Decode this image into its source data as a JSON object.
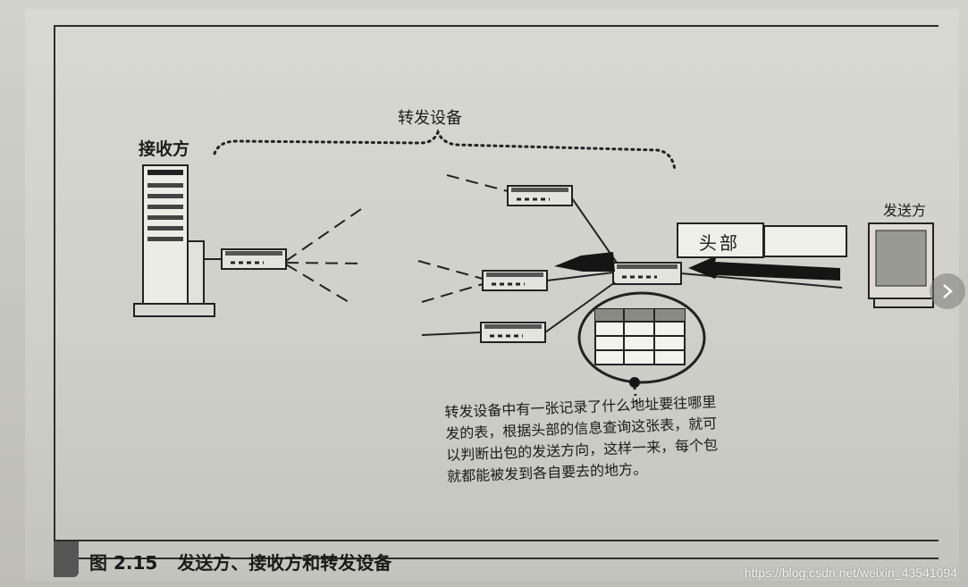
{
  "diagram": {
    "forwarding_device_label": "转发设备",
    "receiver_label": "接收方",
    "sender_label": "发送方",
    "header_label": "头部",
    "caption_lines": [
      "转发设备中有一张记录了什么地址要往哪里",
      "发的表，根据头部的信息查询这张表，就可",
      "以判断出包的发送方向，这样一来，每个包",
      "就都能被发到各自要去的地方。"
    ],
    "figure_number": "图 2.15",
    "figure_title": "发送方、接收方和转发设备"
  },
  "watermark": "https://blog.csdn.net/weixin_43541094",
  "icons": {
    "next": "chevron-right-icon"
  }
}
